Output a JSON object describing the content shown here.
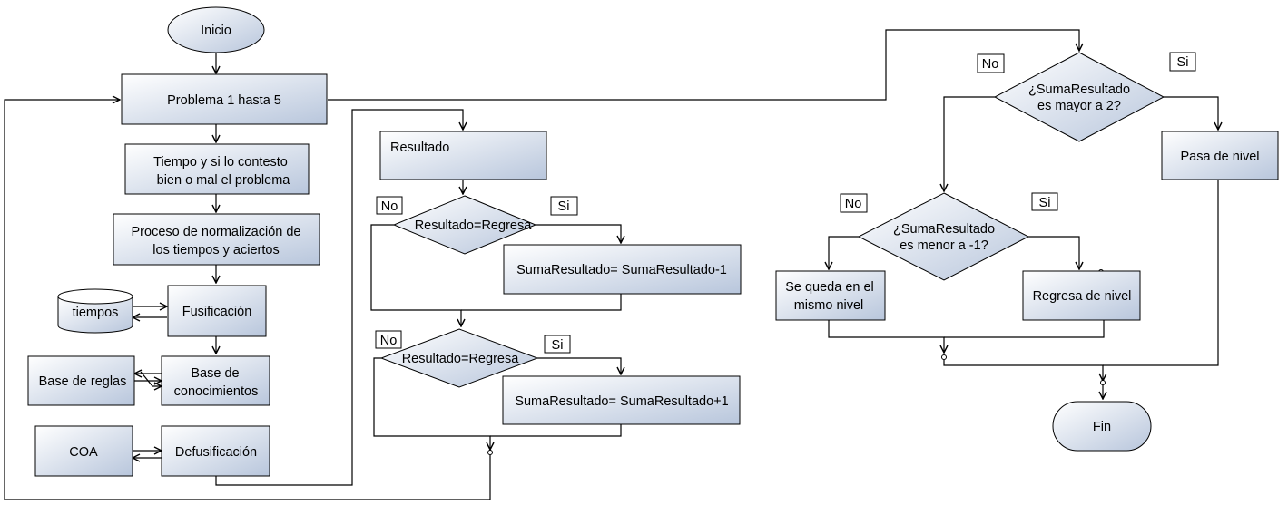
{
  "nodes": {
    "inicio": "Inicio",
    "problema": "Problema 1 hasta 5",
    "tiempo": [
      "Tiempo y si lo contesto",
      "bien o mal el problema"
    ],
    "normalizacion": [
      "Proceso de normalización de",
      "los tiempos y aciertos"
    ],
    "tiempos_db": "tiempos",
    "fusificacion": "Fusificación",
    "base_reglas": "Base de reglas",
    "base_conocimientos": [
      "Base de",
      "conocimientos"
    ],
    "coa": "COA",
    "defusificacion": "Defusificación",
    "resultado": "Resultado",
    "decision_1": "Resultado=Regresa",
    "resta": "SumaResultado= SumaResultado-1",
    "decision_2": "Resultado=Regresa",
    "suma": "SumaResultado= SumaResultado+1",
    "mayor": [
      "¿SumaResultado",
      "es mayor a 2?"
    ],
    "pasa": "Pasa de nivel",
    "menor": [
      "¿SumaResultado",
      "es menor a -1?"
    ],
    "mismo": [
      "Se queda en el",
      "mismo nivel"
    ],
    "regresa": "Regresa de nivel",
    "fin": "Fin"
  },
  "badges": {
    "no": "No",
    "si": "Si"
  },
  "colors": {
    "gradient_start": "#ffffff",
    "gradient_end": "#b8c6dc",
    "stroke": "#000000"
  }
}
